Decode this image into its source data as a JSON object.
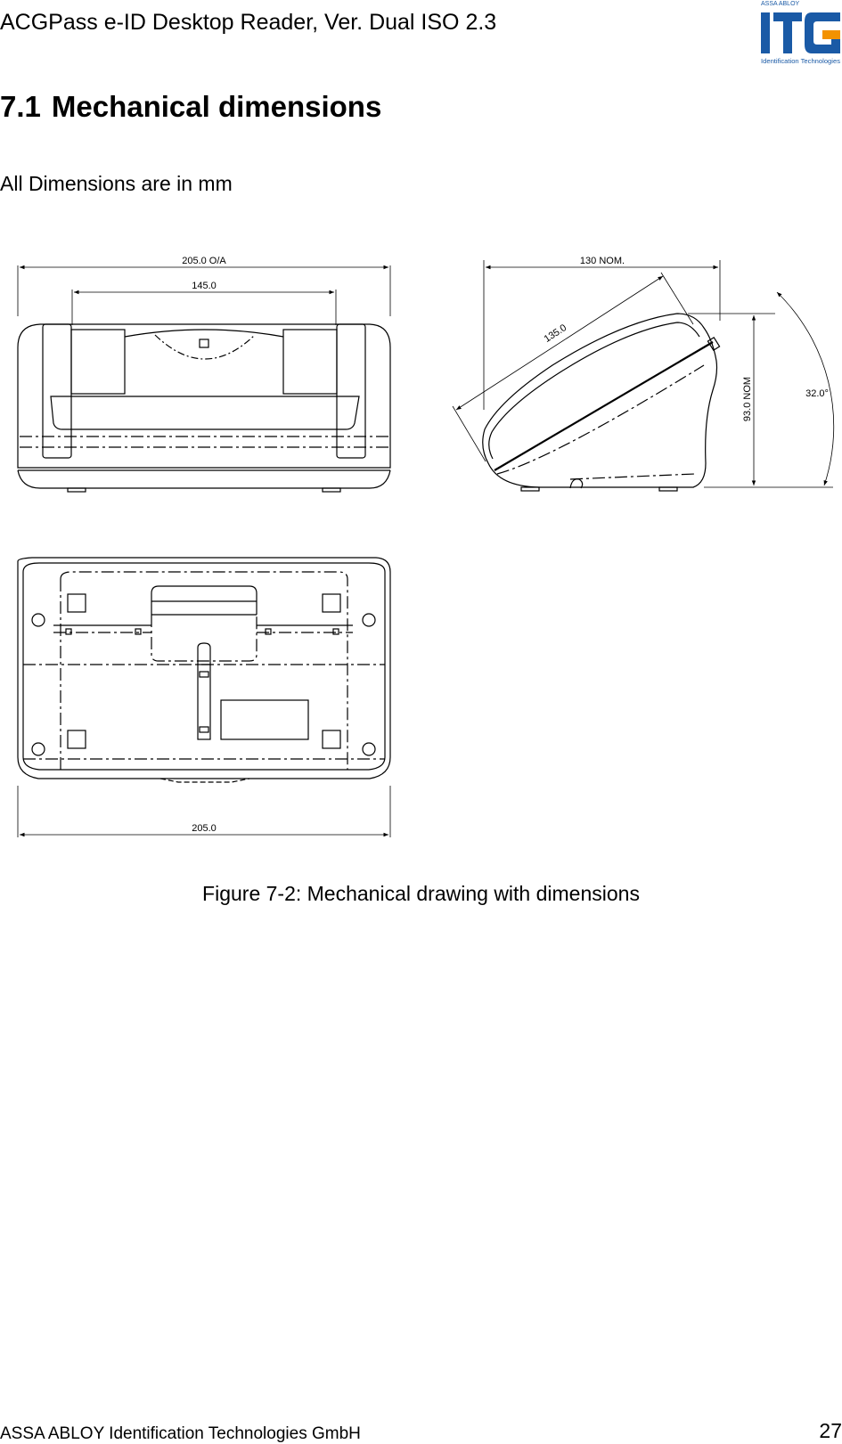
{
  "header": {
    "document_title": "ACGPass e-ID Desktop Reader, Ver. Dual ISO 2.3",
    "logo": {
      "top_text": "ASSA ABLOY",
      "mark_text": "ITG",
      "tagline": "Identification Technologies",
      "brand_color": "#1a5aa6",
      "accent_color": "#f39200"
    }
  },
  "section": {
    "number": "7.1",
    "title": "Mechanical dimensions"
  },
  "intro_text": "All Dimensions are in mm",
  "drawing": {
    "front_view": {
      "overall_width_label": "205.0 O/A",
      "inner_width_label": "145.0"
    },
    "side_view": {
      "depth_label": "130 NOM.",
      "slope_length_label": "135.0",
      "height_label": "93.0 NOM",
      "angle_label": "32.0°"
    },
    "bottom_view": {
      "width_label": "205.0"
    }
  },
  "caption": "Figure 7-2: Mechanical drawing with dimensions",
  "footer": {
    "company": "ASSA ABLOY Identification Technologies GmbH",
    "page_number": "27"
  }
}
